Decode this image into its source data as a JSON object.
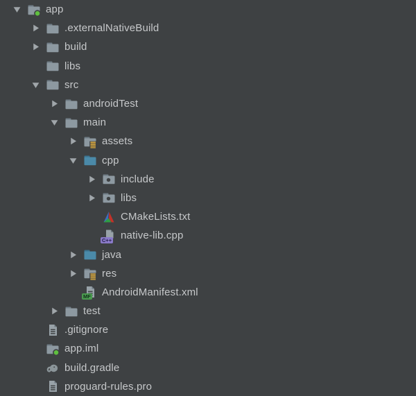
{
  "tree": {
    "items": [
      {
        "label": "app",
        "level": 0,
        "state": "expanded",
        "icon": "folder-module"
      },
      {
        "label": ".externalNativeBuild",
        "level": 1,
        "state": "collapsed",
        "icon": "folder"
      },
      {
        "label": "build",
        "level": 1,
        "state": "collapsed",
        "icon": "folder"
      },
      {
        "label": "libs",
        "level": 1,
        "state": "none",
        "icon": "folder"
      },
      {
        "label": "src",
        "level": 1,
        "state": "expanded",
        "icon": "folder"
      },
      {
        "label": "androidTest",
        "level": 2,
        "state": "collapsed",
        "icon": "folder"
      },
      {
        "label": "main",
        "level": 2,
        "state": "expanded",
        "icon": "folder"
      },
      {
        "label": "assets",
        "level": 3,
        "state": "collapsed",
        "icon": "folder-assets"
      },
      {
        "label": "cpp",
        "level": 3,
        "state": "expanded",
        "icon": "folder-source"
      },
      {
        "label": "include",
        "level": 4,
        "state": "collapsed",
        "icon": "folder-dot"
      },
      {
        "label": "libs",
        "level": 4,
        "state": "collapsed",
        "icon": "folder-dot"
      },
      {
        "label": "CMakeLists.txt",
        "level": 4,
        "state": "none",
        "icon": "cmake-file"
      },
      {
        "label": "native-lib.cpp",
        "level": 4,
        "state": "none",
        "icon": "cpp-file",
        "badge": "C++"
      },
      {
        "label": "java",
        "level": 3,
        "state": "collapsed",
        "icon": "folder-source"
      },
      {
        "label": "res",
        "level": 3,
        "state": "collapsed",
        "icon": "folder-assets"
      },
      {
        "label": "AndroidManifest.xml",
        "level": 3,
        "state": "none",
        "icon": "manifest-file",
        "badge": "MF"
      },
      {
        "label": "test",
        "level": 2,
        "state": "collapsed",
        "icon": "folder"
      },
      {
        "label": ".gitignore",
        "level": 1,
        "state": "none",
        "icon": "text-file"
      },
      {
        "label": "app.iml",
        "level": 1,
        "state": "none",
        "icon": "folder-module"
      },
      {
        "label": "build.gradle",
        "level": 1,
        "state": "none",
        "icon": "gradle-file"
      },
      {
        "label": "proguard-rules.pro",
        "level": 1,
        "state": "none",
        "icon": "text-file"
      }
    ]
  },
  "colors": {
    "background": "#3e4143",
    "text": "#c6c8ca",
    "chevron": "#a0a6aa",
    "folder_body": "#8d99a1",
    "folder_tab": "#6f7c85",
    "folder_source_body": "#4b8aa9",
    "folder_source_tab": "#3a7390",
    "module_dot_green": "#5fbf3f",
    "assets_stripe_gold": "#d9a93e",
    "file_body": "#98a2a8",
    "file_fold": "#6c777e",
    "cpp_badge_bg": "#8a7ac9",
    "cpp_badge_text": "#221d44",
    "mf_badge_bg": "#4a9a4f",
    "mf_badge_text": "#11301a",
    "cmake_blue": "#3d6cc0",
    "cmake_green": "#2f9e44",
    "cmake_red": "#c13229",
    "gradle_gray": "#8b9599"
  }
}
